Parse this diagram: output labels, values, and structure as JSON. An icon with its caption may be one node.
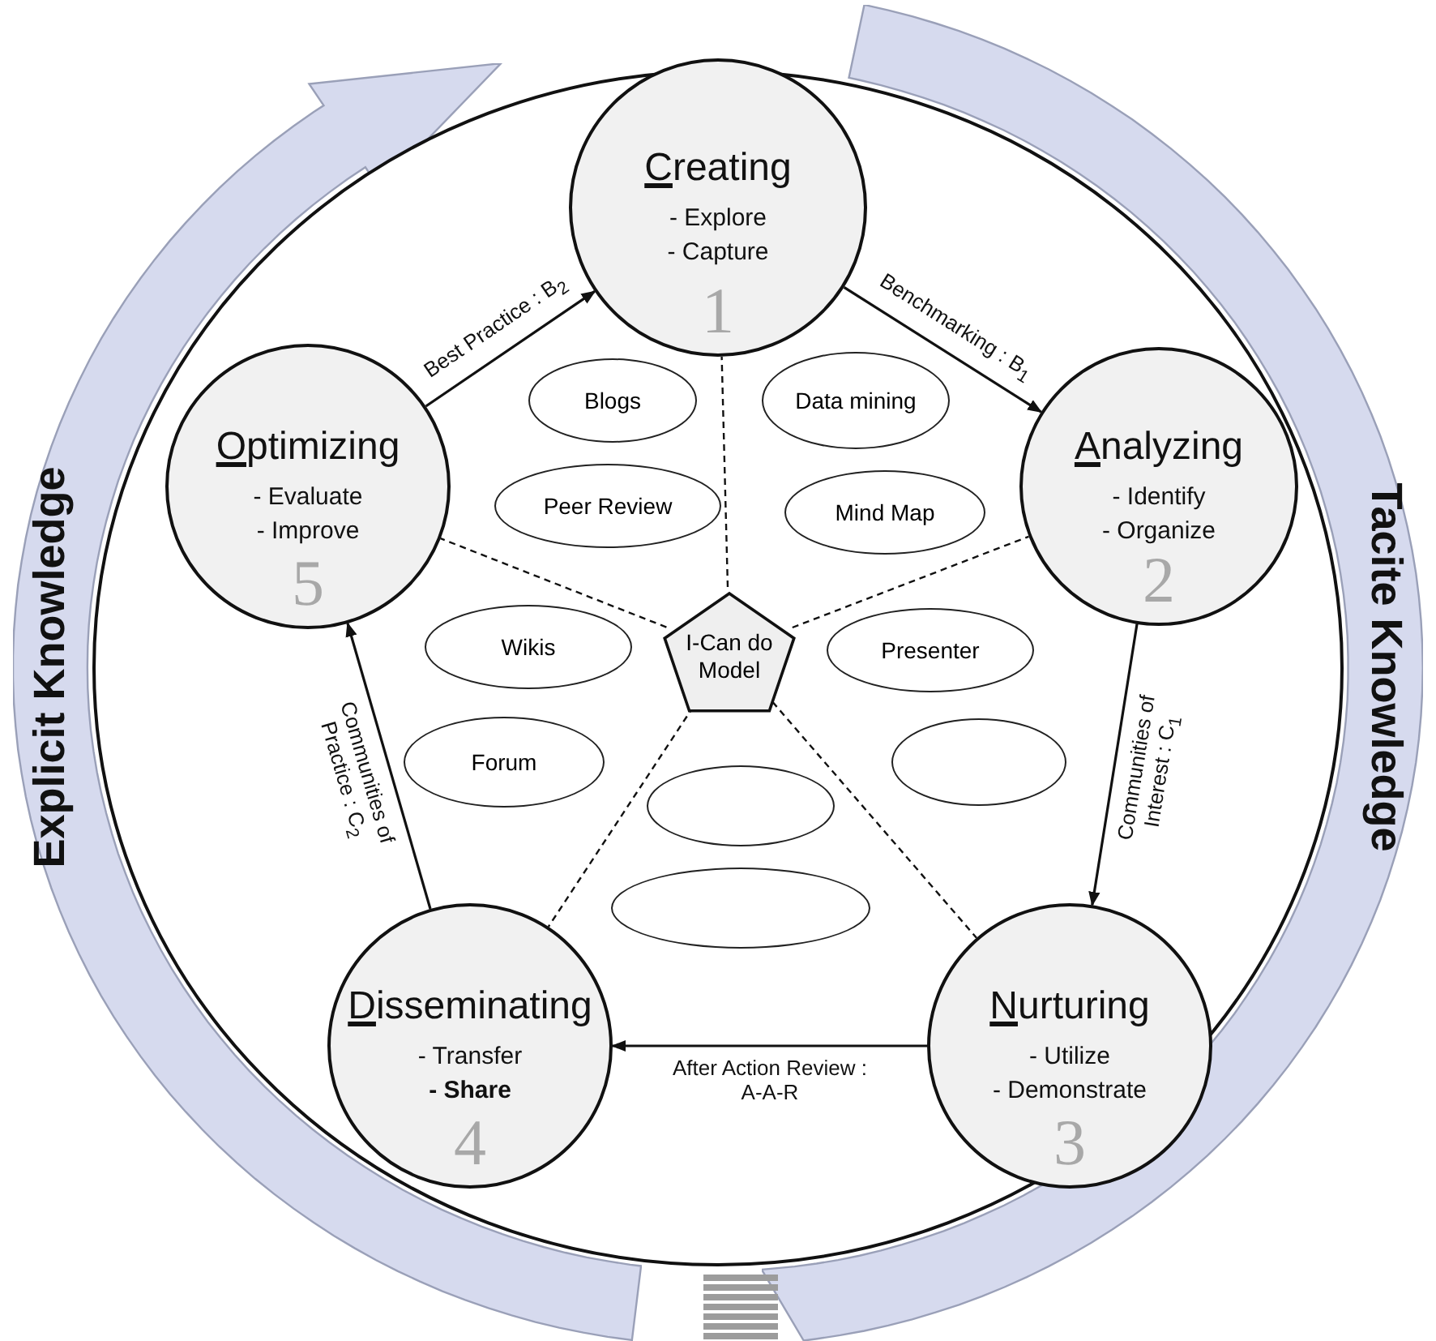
{
  "diagram": {
    "nodes": [
      {
        "text": [
          "Creating",
          "- Explore",
          "- Capture",
          "1"
        ]
      },
      {
        "text": [
          "Analyzing",
          "- Identify",
          "- Organize",
          "2"
        ]
      },
      {
        "text": [
          "Nurturing",
          "- Utilize",
          "- Demonstrate",
          "3"
        ]
      },
      {
        "text": [
          "Disseminating",
          "- Transfer",
          "**- Share**",
          "4"
        ]
      },
      {
        "text": [
          "Optimizing",
          "- Evaluate",
          "- Improve",
          "5"
        ]
      },
      {
        "text": [
          "I-Can do Model"
        ]
      },
      {
        "text": [
          "Blogs"
        ]
      },
      {
        "text": [
          "Data mining"
        ]
      },
      {
        "text": [
          "Peer Review"
        ]
      },
      {
        "text": [
          "Mind Map"
        ]
      },
      {
        "text": [
          "Wikis"
        ]
      },
      {
        "text": [
          "Presenter"
        ]
      },
      {
        "text": [
          "Forum"
        ]
      },
      {
        "text": [],
        "shape": "ellipse"
      },
      {
        "text": [],
        "shape": "ellipse"
      },
      {
        "text": [],
        "shape": "ellipse"
      },
      {
        "text": [
          "Explicit Knowledge"
        ]
      },
      {
        "text": [
          "Tacite Knowledge"
        ]
      }
    ],
    "edges": [
      {
        "from": 0,
        "to": 1,
        "arrow": "to",
        "label": "Benchmarking : B$_{1}$"
      },
      {
        "from": 1,
        "to": 2,
        "arrow": "to",
        "label": "Communities of Interest : C$_{1}$"
      },
      {
        "from": 2,
        "to": 3,
        "arrow": "to",
        "label": "After Action Review : A-A-R"
      },
      {
        "from": 3,
        "to": 4,
        "arrow": "to",
        "label": "Communities of Practice : C$_{2}$"
      },
      {
        "from": 4,
        "to": 0,
        "arrow": "to",
        "label": "Best Practice : B$_{2}$"
      },
      {
        "from": 5,
        "to": 0,
        "arrow": "none",
        "style": "dashed"
      },
      {
        "from": 5,
        "to": 1,
        "arrow": "none",
        "style": "dashed"
      },
      {
        "from": 5,
        "to": 2,
        "arrow": "none",
        "style": "dashed"
      },
      {
        "from": 5,
        "to": 3,
        "arrow": "none",
        "style": "dashed"
      },
      {
        "from": 5,
        "to": 4,
        "arrow": "none",
        "style": "dashed"
      }
    ]
  }
}
